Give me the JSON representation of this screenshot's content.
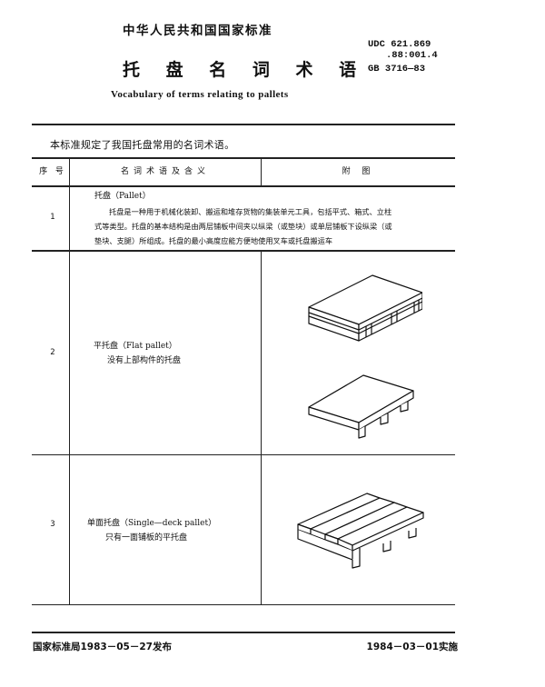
{
  "header": {
    "national_standard": "中华人民共和国国家标准",
    "title": "托 盘 名 词 术 语",
    "subtitle": "Vocabulary of terms relating to pallets",
    "udc_line1": "UDC 621.869",
    "udc_line2": ".88:001.4",
    "gb_number": "GB 3716—83"
  },
  "intro": "本标准规定了我国托盘常用的名词术语。",
  "table": {
    "columns": [
      "序  号",
      "名词术语及含义",
      "附    图"
    ],
    "rows": [
      {
        "number": "1",
        "term": "托盘（Pallet）",
        "definition_lines": [
          "托盘是一种用于机械化装卸、搬运和堆存货物的集装单元工具，包括平式、箱式、立柱",
          "式等类型。托盘的基本结构是由两层铺板中间夹以纵梁（或垫块）或单层铺板下设纵梁（或",
          "垫块、支腿）所组成。托盘的最小高度应能方便地使用叉车或托盘搬运车"
        ],
        "figure": ""
      },
      {
        "number": "2",
        "term": "平托盘（Flat pallet）",
        "definition_lines": [
          "没有上部构件的托盘"
        ],
        "figure": "flat-pallet-illustrations"
      },
      {
        "number": "3",
        "term": "单面托盘（Single—deck pallet）",
        "definition_lines": [
          "只有一面铺板的平托盘"
        ],
        "figure": "single-deck-pallet-illustration"
      }
    ]
  },
  "footer": {
    "issued": "国家标准局1983－05－27发布",
    "effective": "1984－03－01实施"
  }
}
